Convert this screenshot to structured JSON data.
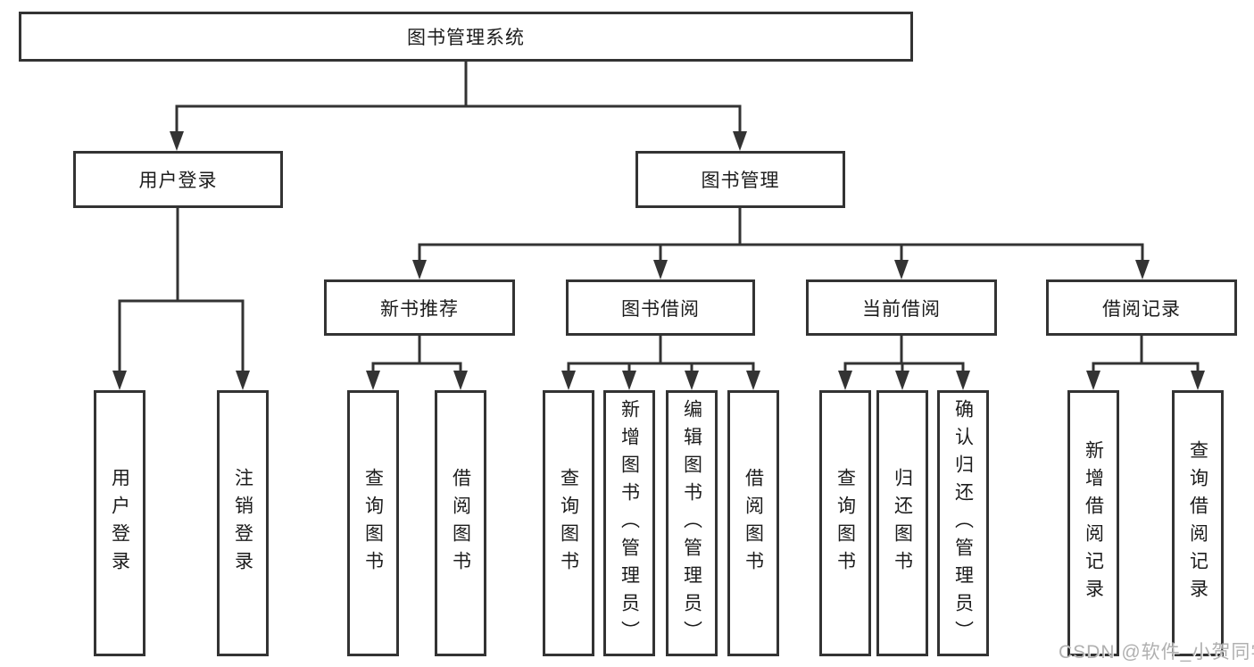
{
  "diagram": {
    "root": {
      "label": "图书管理系统",
      "children": [
        {
          "label": "用户登录",
          "children": [
            {
              "label": "用户登录"
            },
            {
              "label": "注销登录"
            }
          ]
        },
        {
          "label": "图书管理",
          "children": [
            {
              "label": "新书推荐",
              "children": [
                {
                  "label": "查询图书"
                },
                {
                  "label": "借阅图书"
                }
              ]
            },
            {
              "label": "图书借阅",
              "children": [
                {
                  "label": "查询图书"
                },
                {
                  "label": "新增图书（管理员）"
                },
                {
                  "label": "编辑图书（管理员）"
                },
                {
                  "label": "借阅图书"
                }
              ]
            },
            {
              "label": "当前借阅",
              "children": [
                {
                  "label": "查询图书"
                },
                {
                  "label": "归还图书"
                },
                {
                  "label": "确认归还（管理员）"
                }
              ]
            },
            {
              "label": "借阅记录",
              "children": [
                {
                  "label": "新增借阅记录"
                },
                {
                  "label": "查询借阅记录"
                }
              ]
            }
          ]
        }
      ]
    }
  },
  "watermark": {
    "text": "CSDN @软件_小贺同学"
  },
  "colors": {
    "line": "#333333",
    "box_border": "#333333",
    "text": "#1c1c1c",
    "watermark": "#b0b0b0",
    "background": "#ffffff"
  }
}
